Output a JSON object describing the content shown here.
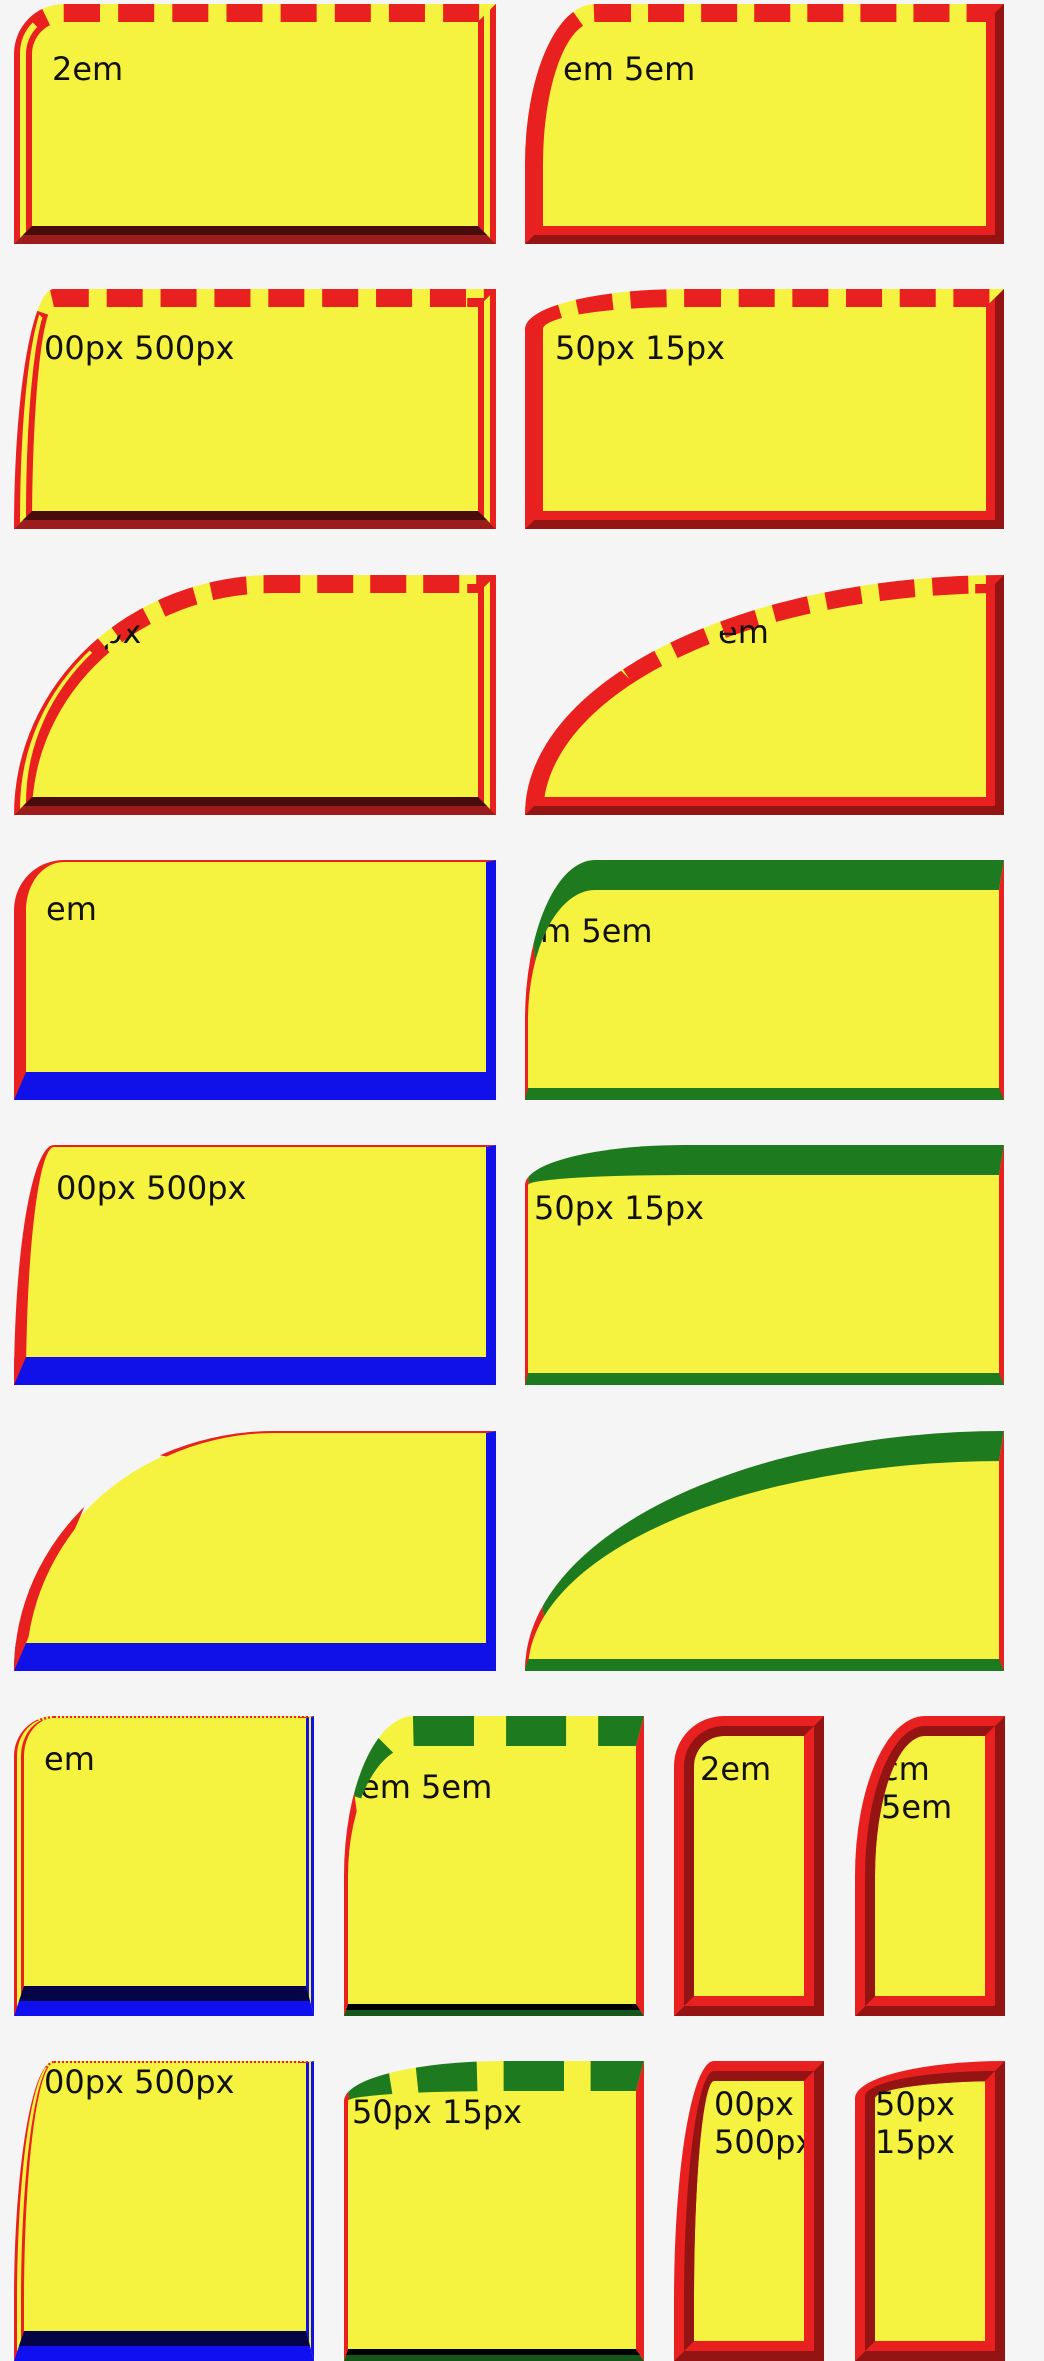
{
  "colors": {
    "page_bg": "#f5f5f5",
    "box_fill": "#f5f33f",
    "red": "#e8201f",
    "blue": "#1010e8",
    "green": "#1e7a1e",
    "dark_red": "#9c1c1c",
    "dark_blue": "#0a0a9a",
    "dark_green": "#15571a"
  },
  "labels": {
    "r1_left": "2em",
    "r1_right": "em 5em",
    "r2_left": "00px 500px",
    "r2_right": "50px 15px",
    "r3_left": "px",
    "r3_right": "em",
    "r4_left": "em",
    "r4_right": "m 5em",
    "r5_left": "00px 500px",
    "r5_right": "50px 15px",
    "r7_a": "em",
    "r7_b": "em 5em",
    "r7_c": "2em",
    "r7_d": "cm\n5em",
    "r8_a": "00px 500px",
    "r8_b": "50px 15px",
    "r8_c": "00px\n500px",
    "r8_d": "50px\n15px"
  }
}
